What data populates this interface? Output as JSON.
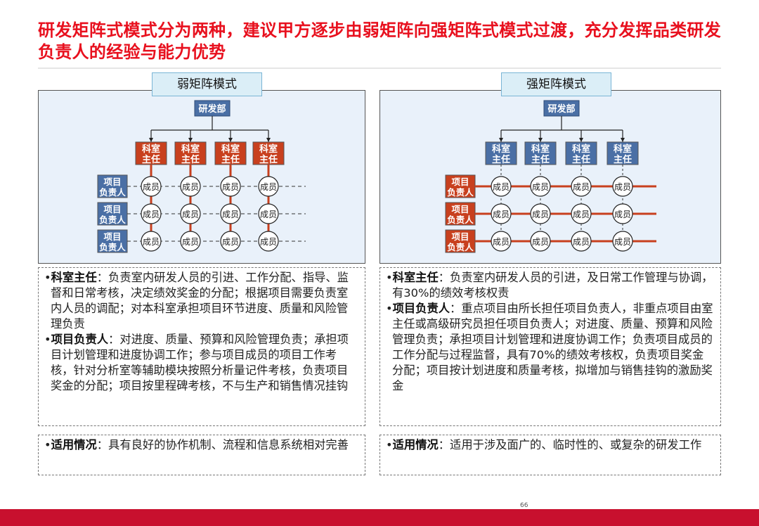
{
  "title": "研发矩阵式模式分为两种，建议甲方逐步由弱矩阵向强矩阵式模式过渡，充分发挥品类研发负责人的经验与能力优势",
  "left": {
    "mode_label": "弱矩阵模式",
    "dept": "研发部",
    "heads": [
      "科室主任",
      "科室主任",
      "科室主任",
      "科室主任"
    ],
    "leads": [
      "项目负责人",
      "项目负责人",
      "项目负责人"
    ],
    "member": "成员",
    "desc1": [
      {
        "key": "科室主任",
        "text": "：负责室内研发人员的引进、工作分配、指导、监督和日常考核，决定绩效奖金的分配；根据项目需要负责室内人员的调配；对本科室承担项目环节进度、质量和风险管理负责"
      },
      {
        "key": "项目负责人",
        "text": "：对进度、质量、预算和风险管理负责；承担项目计划管理和进度协调工作；参与项目成员的项目工作考核，针对分析室等辅助模块按照分析量记件考核，负责项目奖金的分配；项目按里程碑考核，不与生产和销售情况挂钩"
      }
    ],
    "desc2": {
      "key": "适用情况",
      "text": "：具有良好的协作机制、流程和信息系统相对完善"
    }
  },
  "right": {
    "mode_label": "强矩阵模式",
    "dept": "研发部",
    "heads": [
      "科室主任",
      "科室主任",
      "科室主任",
      "科室主任"
    ],
    "leads": [
      "项目负责人",
      "项目负责人",
      "项目负责人"
    ],
    "member": "成员",
    "desc1": [
      {
        "key": "科室主任",
        "text": "：负责室内研发人员的引进，及日常工作管理与协调，有30%的绩效考核权责"
      },
      {
        "key": "项目负责人",
        "text": "：重点项目由所长担任项目负责人，非重点项目由室主任或高级研究员担任项目负责人；对进度、质量、预算和风险管理负责；承担项目计划管理和进度协调工作；负责项目成员的工作分配与过程监督，具有70%的绩效考核权，负责项目奖金分配；项目按计划进度和质量考核，拟增加与销售挂钩的激励奖金"
      }
    ],
    "desc2": {
      "key": "适用情况",
      "text": "：适用于涉及面广的、临时性的、或复杂的研发工作"
    }
  },
  "colors": {
    "accent_red": "#e8101e",
    "dept_blue": "#4a6fa5",
    "head_red": "#c8401e",
    "footer": "#c8102e"
  },
  "page_number": "66"
}
